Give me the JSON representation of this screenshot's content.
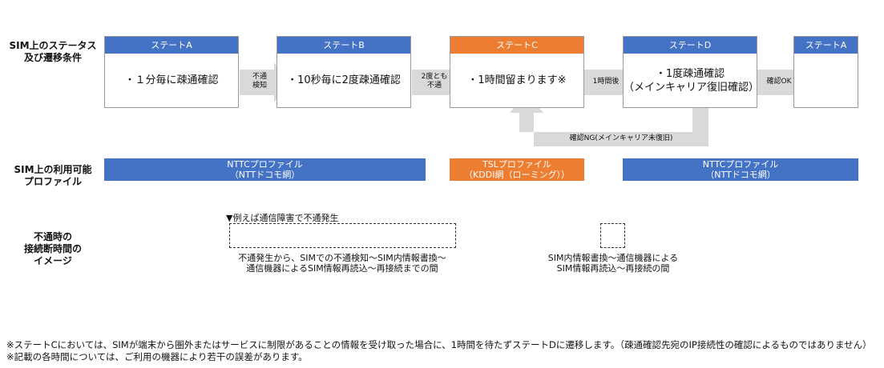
{
  "row_labels": {
    "status": "SIM上のステータス\n及び遷移条件",
    "profile": "SIM上の利用可能\nプロファイル",
    "outage": "不通時の\n接続断時間の\nイメージ"
  },
  "states": [
    {
      "header": "ステートA",
      "body": "・１分毎に疎通確認",
      "color": "#4472c4"
    },
    {
      "header": "ステートB",
      "body": "・10秒毎に2度疎通確認",
      "color": "#4472c4"
    },
    {
      "header": "ステートC",
      "body": "・1時間留まります※",
      "color": "#ed7d31"
    },
    {
      "header": "ステートD",
      "body": "・1度疎通確認\n（メインキャリア復旧確認）",
      "color": "#4472c4"
    },
    {
      "header": "ステートA",
      "color": "#4472c4"
    }
  ],
  "transitions": [
    "不通\n検知",
    "2度とも\n不通",
    "1時間後",
    "確認OK"
  ],
  "return_label": "確認NG(メインキャリア未復旧)",
  "profiles": [
    {
      "line1": "NTTCプロファイル",
      "line2": "（NTTドコモ網）",
      "color": "#4472c4"
    },
    {
      "line1": "TSLプロファイル",
      "line2": "（KDDI網（ローミング））",
      "color": "#ed7d31"
    },
    {
      "line1": "NTTCプロファイル",
      "line2": "（NTTドコモ網）",
      "color": "#4472c4"
    }
  ],
  "outage": {
    "marker": "例えば通信障害で不通発生",
    "caption_long": "不通発生から、SIMでの不通検知～SIM内情報書換～\n通信機器によるSIM情報再読込～再接続までの間",
    "caption_short": "SIM内情報書換～通信機器による\nSIM情報再読込～再接続の間"
  },
  "notes": [
    "※ステートCにおいては、SIMが端末から圏外またはサービスに制限があることの情報を受け取った場合に、1時間を待たずステートDに遷移します。（疎通確認先宛のIP接続性の確認によるものではありません）",
    "※記載の各時間については、ご利用の機器により若干の誤差があります。"
  ]
}
